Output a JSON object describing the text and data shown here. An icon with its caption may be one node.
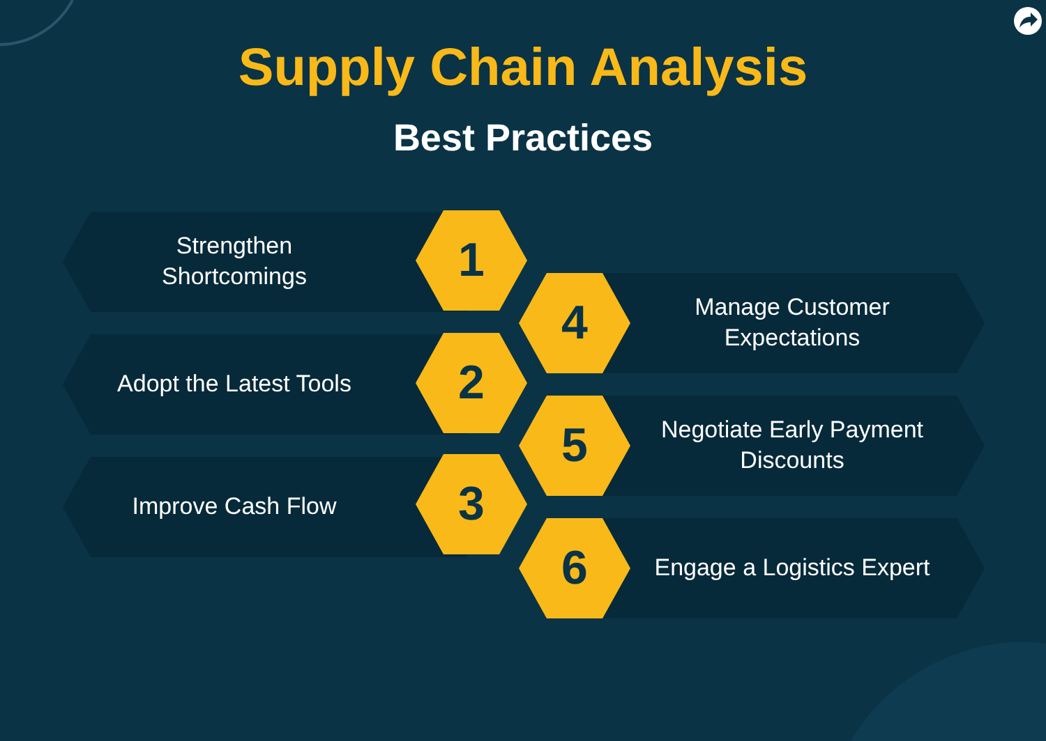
{
  "diagram": {
    "title": "Supply Chain Analysis",
    "nodes": [
      {
        "text": [
          "Strengthen Shortcomings"
        ]
      },
      {
        "text": [
          "1"
        ]
      },
      {
        "text": [
          "4"
        ]
      },
      {
        "text": [
          "Manage Customer Expectations"
        ]
      },
      {
        "text": [
          "Adopt the Latest Tools"
        ]
      },
      {
        "text": [
          "2"
        ]
      },
      {
        "text": [
          "5"
        ]
      },
      {
        "text": [
          "Negotiate Early Payment Discounts"
        ]
      },
      {
        "text": [
          "Improve Cash Flow"
        ]
      },
      {
        "text": [
          "3"
        ]
      },
      {
        "text": [
          "6"
        ]
      },
      {
        "text": [
          "Engage a Logistics Expert"
        ]
      }
    ],
    "edges": [],
    "labels": [
      "Best Practices"
    ]
  }
}
